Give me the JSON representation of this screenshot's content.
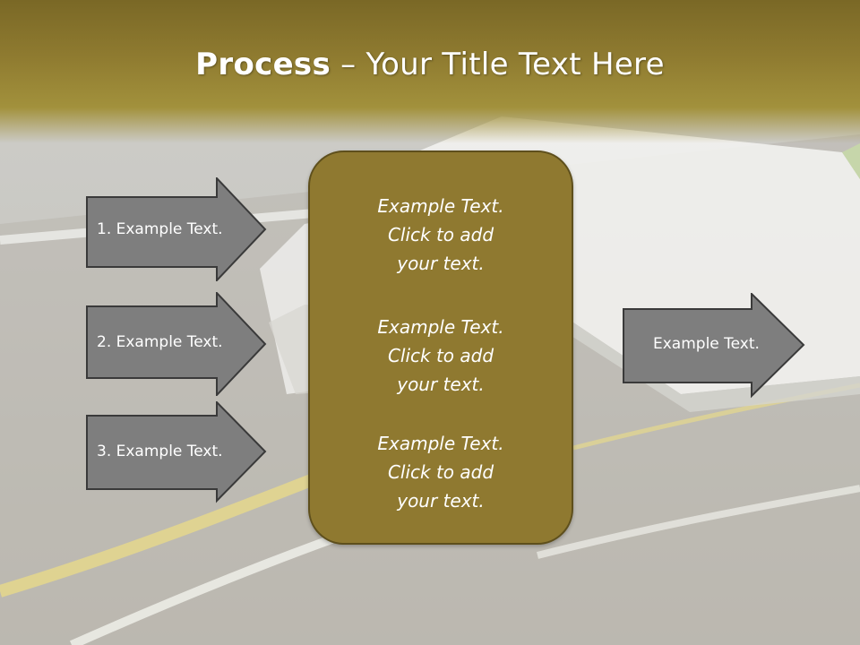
{
  "title": {
    "bold": "Process",
    "rest": " – Your Title Text Here"
  },
  "left_arrows": [
    {
      "label": "1. Example Text."
    },
    {
      "label": "2. Example Text."
    },
    {
      "label": "3. Example Text."
    }
  ],
  "center_box": {
    "blocks": [
      {
        "line1": "Example Text.",
        "line2": "Click  to add",
        "line3": "your text."
      },
      {
        "line1": "Example Text.",
        "line2": "Click  to add",
        "line3": "your text."
      },
      {
        "line1": "Example Text.",
        "line2": "Click  to add",
        "line3": "your text."
      }
    ]
  },
  "right_arrow": {
    "label": "Example Text."
  },
  "colors": {
    "title_band": "#8f7b30",
    "center_box": "#8f7930",
    "arrow_fill": "#7e7e7e",
    "arrow_stroke": "#3a3a3a"
  }
}
